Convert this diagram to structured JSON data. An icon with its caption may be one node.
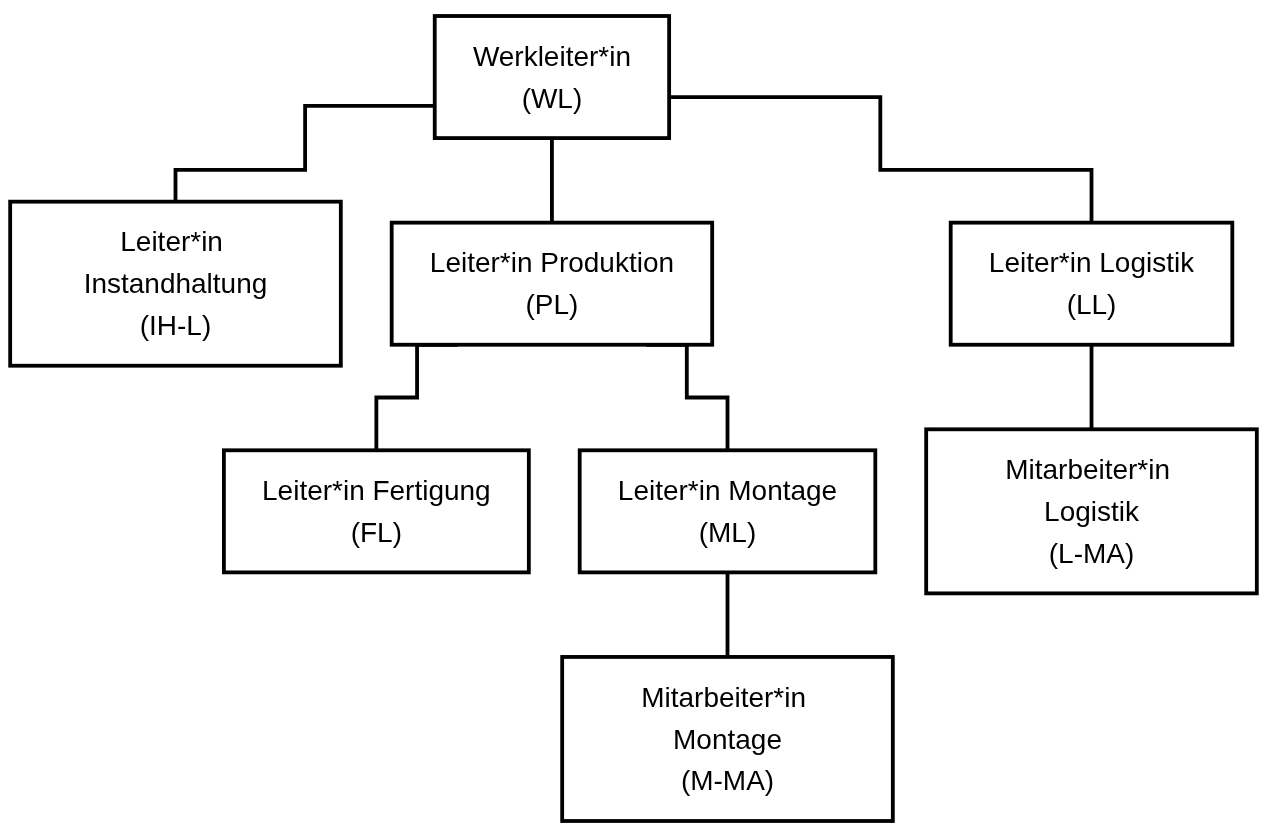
{
  "diagram": {
    "nodes": [
      {
        "text": [
          "Werkleiter*in",
          "(WL)"
        ]
      },
      {
        "text": [
          "Leiter*in Instandhaltung",
          "(IH-L)"
        ]
      },
      {
        "text": [
          "Leiter*in Produktion",
          "(PL)"
        ]
      },
      {
        "text": [
          "Leiter*in Logistik",
          "(LL)"
        ]
      },
      {
        "text": [
          "Leiter*in Fertigung",
          "(FL)"
        ]
      },
      {
        "text": [
          "Leiter*in Montage",
          "(ML)"
        ]
      },
      {
        "text": [
          "Mitarbeiter*in Logistik",
          "(L-MA)"
        ]
      },
      {
        "text": [
          "Mitarbeiter*in Montage",
          "(M-MA)"
        ]
      }
    ],
    "edges": [
      {
        "from": 0,
        "to": 1,
        "arrow": "none"
      },
      {
        "from": 0,
        "to": 2,
        "arrow": "none"
      },
      {
        "from": 0,
        "to": 3,
        "arrow": "none"
      },
      {
        "from": 2,
        "to": 4,
        "arrow": "none"
      },
      {
        "from": 2,
        "to": 5,
        "arrow": "none"
      },
      {
        "from": 3,
        "to": 6,
        "arrow": "none"
      },
      {
        "from": 5,
        "to": 7,
        "arrow": "none"
      }
    ]
  }
}
